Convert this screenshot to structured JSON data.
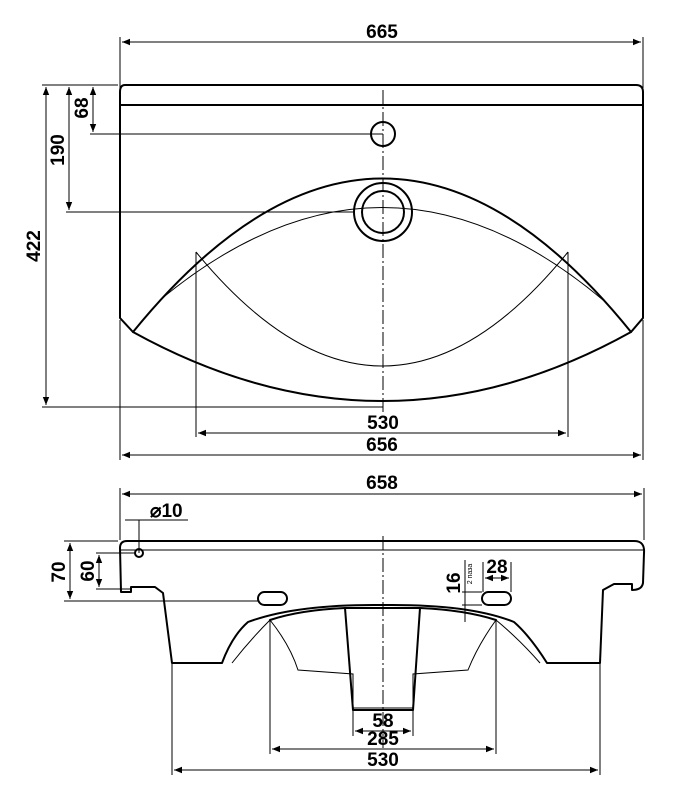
{
  "top_view": {
    "overall_width": "665",
    "hole_offset": "68",
    "drain_offset": "190",
    "overall_depth": "422",
    "bowl_width": "530",
    "front_width": "656"
  },
  "front_view": {
    "overall_width": "658",
    "mount_hole_diameter": "⌀10",
    "mount_hole_height": "60",
    "rim_height": "70",
    "slot_height": "16",
    "slot_count": "2 паза",
    "slot_width": "28",
    "drain_width": "58",
    "outlet_width": "285",
    "bottom_width": "530"
  },
  "colors": {
    "line": "#000000",
    "background": "#ffffff"
  }
}
